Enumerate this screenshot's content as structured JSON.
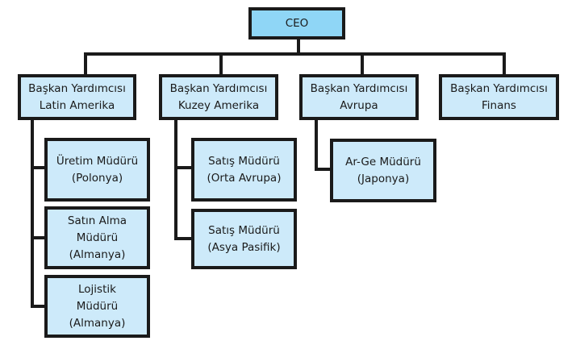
{
  "colors": {
    "ceo_fill": "#8fd6f6",
    "node_fill": "#cdeafa",
    "line": "#1a1a1a"
  },
  "ceo": {
    "label": "CEO"
  },
  "vps": [
    {
      "line1": "Başkan Yardımcısı",
      "line2": "Latin Amerika"
    },
    {
      "line1": "Başkan Yardımcısı",
      "line2": "Kuzey Amerika"
    },
    {
      "line1": "Başkan Yardımcısı",
      "line2": "Avrupa"
    },
    {
      "line1": "Başkan Yardımcısı",
      "line2": "Finans"
    }
  ],
  "managers": [
    {
      "lines": [
        "Üretim Müdürü",
        "(Polonya)"
      ]
    },
    {
      "lines": [
        "Satın Alma",
        "Müdürü",
        "(Almanya)"
      ]
    },
    {
      "lines": [
        "Lojistik",
        "Müdürü",
        "(Almanya)"
      ]
    },
    {
      "lines": [
        "Satış Müdürü",
        "(Orta Avrupa)"
      ]
    },
    {
      "lines": [
        "Satış Müdürü",
        "(Asya Pasifik)"
      ]
    },
    {
      "lines": [
        "Ar-Ge Müdürü",
        "(Japonya)"
      ]
    }
  ]
}
